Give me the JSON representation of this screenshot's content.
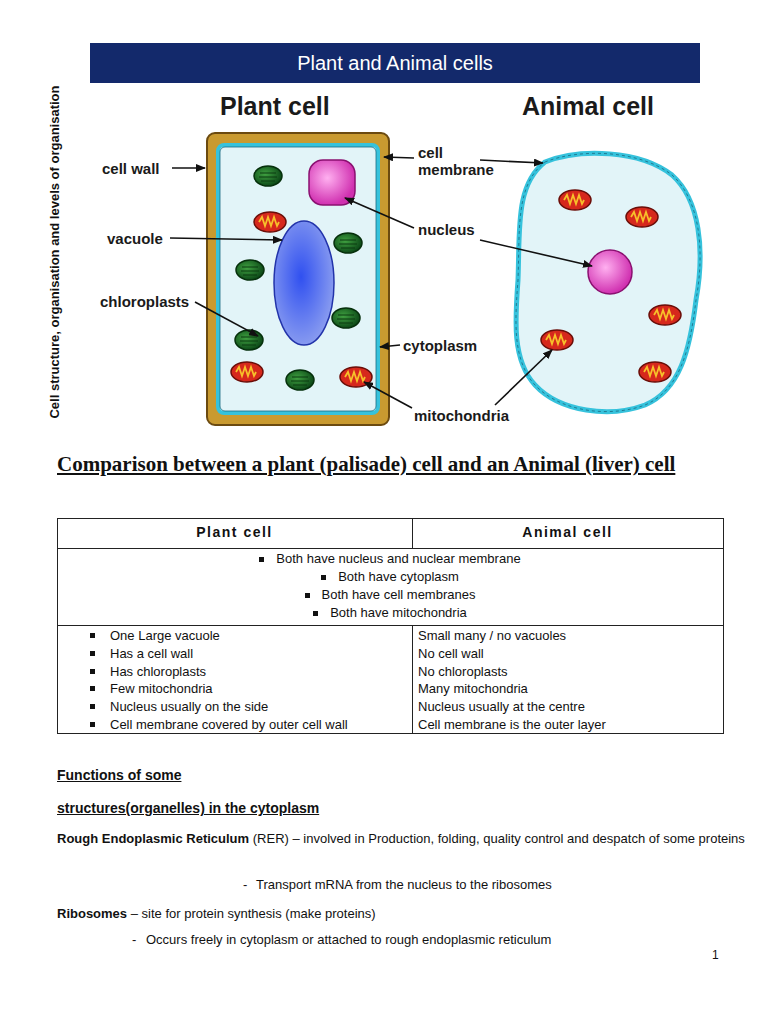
{
  "diagram": {
    "title": "Plant and Animal cells",
    "labels": [
      "Cell structure, organisation and levels of organisation",
      "Plant cell",
      "Animal cell",
      "cell wall",
      "vacuole",
      "chloroplasts",
      "cell membrane",
      "nucleus",
      "cytoplasm",
      "mitochondria",
      "Comparison between a plant (palisade) cell and an Animal (liver) cell",
      "Plant cell",
      "Animal cell",
      "Both have nucleus and nuclear membrane",
      "Both have cytoplasm",
      "Both have cell membranes",
      "Both have mitochondria",
      "One Large vacuole",
      "Has a cell wall",
      "Has chloroplasts",
      "Few mitochondria",
      "Nucleus usually on the side",
      "Cell membrane covered by outer cell wall",
      "Small many / no vacuoles",
      "No cell wall",
      "No chloroplasts",
      "Many mitochondria",
      "Nucleus usually at the centre",
      "Cell membrane is the outer layer",
      "Functions of some",
      "structures(organelles) in the cytoplasm",
      "Rough Endoplasmic Reticulum",
      "(RER) – involved in Production, folding, quality control and despatch of some proteins",
      "-",
      "Transport mRNA from the nucleus to the ribosomes",
      "Ribosomes",
      "– site for protein synthesis (make proteins)",
      "-",
      "Occurs freely in cytoplasm or attached to rough endoplasmic reticulum",
      "1"
    ]
  }
}
